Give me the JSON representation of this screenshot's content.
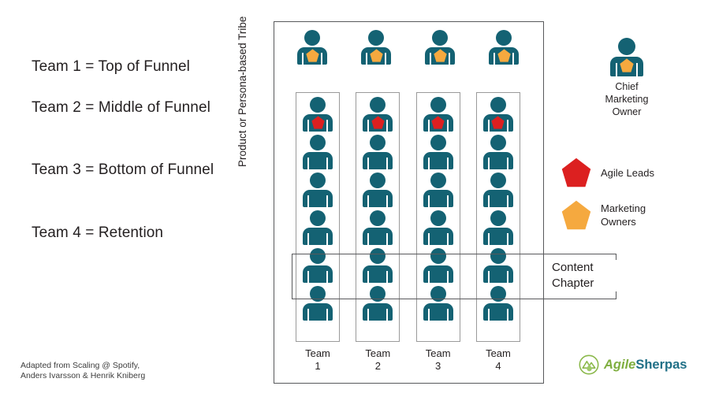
{
  "teams_legend": {
    "line1": "Team 1 = Top of Funnel",
    "line2": "Team 2 = Middle of Funnel",
    "line3": "Team 3 = Bottom of Funnel",
    "line4": "Team 4 = Retention"
  },
  "attribution": {
    "line1": "Adapted from Scaling @ Spotify,",
    "line2": "Anders Ivarsson & Henrik Kniberg"
  },
  "diagram": {
    "axis_label": "Product or Persona-based Tribe",
    "owners_row": [
      {
        "badge": "marketing-owner-pentagon"
      },
      {
        "badge": "marketing-owner-pentagon"
      },
      {
        "badge": "marketing-owner-pentagon"
      },
      {
        "badge": "marketing-owner-pentagon"
      }
    ],
    "teams": [
      {
        "label_line1": "Team",
        "label_line2": "1",
        "members": [
          {
            "badge": "agile-lead-pentagon"
          },
          {
            "badge": "none"
          },
          {
            "badge": "none"
          },
          {
            "badge": "none"
          },
          {
            "badge": "none"
          },
          {
            "badge": "none"
          }
        ]
      },
      {
        "label_line1": "Team",
        "label_line2": "2",
        "members": [
          {
            "badge": "agile-lead-pentagon"
          },
          {
            "badge": "none"
          },
          {
            "badge": "none"
          },
          {
            "badge": "none"
          },
          {
            "badge": "none"
          },
          {
            "badge": "none"
          }
        ]
      },
      {
        "label_line1": "Team",
        "label_line2": "3",
        "members": [
          {
            "badge": "agile-lead-pentagon"
          },
          {
            "badge": "none"
          },
          {
            "badge": "none"
          },
          {
            "badge": "none"
          },
          {
            "badge": "none"
          },
          {
            "badge": "none"
          }
        ]
      },
      {
        "label_line1": "Team",
        "label_line2": "4",
        "members": [
          {
            "badge": "agile-lead-pentagon"
          },
          {
            "badge": "none"
          },
          {
            "badge": "none"
          },
          {
            "badge": "none"
          },
          {
            "badge": "none"
          },
          {
            "badge": "none"
          }
        ]
      }
    ],
    "content_chapter": {
      "line1": "Content",
      "line2": "Chapter"
    }
  },
  "right_legend": {
    "chief_marketing_owner": {
      "line1": "Chief",
      "line2": "Marketing",
      "line3": "Owner",
      "badge": "marketing-owner-pentagon"
    },
    "items": [
      {
        "label": "Agile Leads",
        "swatch": "red-pentagon"
      },
      {
        "label": "Marketing Owners",
        "label_line1": "Marketing",
        "label_line2": "Owners",
        "swatch": "orange-pentagon"
      }
    ]
  },
  "brand": {
    "name_part1": "Agile",
    "name_part2": "Sherpas"
  },
  "colors": {
    "person_teal": "#146273",
    "agile_lead_red": "#DC2020",
    "marketing_owner_orange": "#F5A93F",
    "frame_gray": "#58595b",
    "box_gray": "#9a9a9a",
    "brand_green": "#7fae3f",
    "brand_teal": "#1f6f86"
  }
}
